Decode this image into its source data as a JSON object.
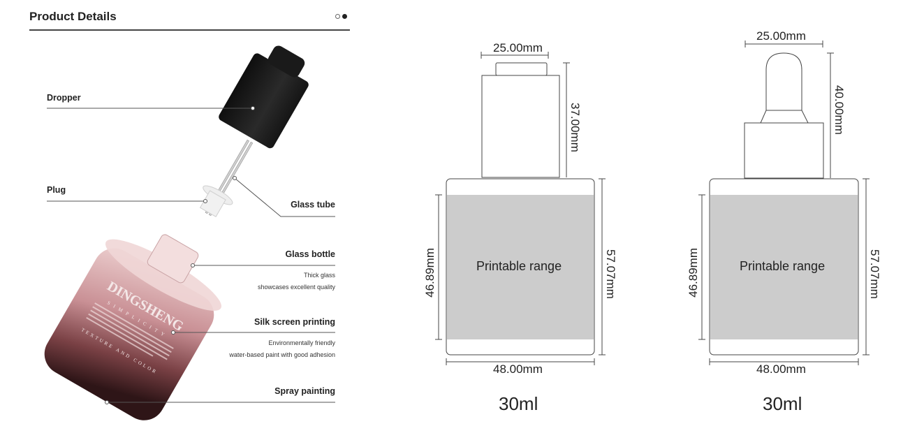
{
  "header": {
    "title": "Product Details",
    "pager": {
      "total": 2,
      "active_index": 1
    }
  },
  "callouts": [
    {
      "id": "dropper",
      "label": "Dropper",
      "side": "left",
      "details": []
    },
    {
      "id": "plug",
      "label": "Plug",
      "side": "left",
      "details": []
    },
    {
      "id": "glass-tube",
      "label": "Glass tube",
      "side": "right",
      "details": []
    },
    {
      "id": "glass-bottle",
      "label": "Glass bottle",
      "side": "right",
      "details": [
        "Thick glass",
        "showcases excellent quality"
      ]
    },
    {
      "id": "silk-screen",
      "label": "Silk screen printing",
      "side": "right",
      "details": [
        "Environmentally friendly",
        "water-based paint with good adhesion"
      ]
    },
    {
      "id": "spray",
      "label": "Spray painting",
      "side": "right",
      "details": []
    }
  ],
  "product_image": {
    "brand_text": "DINGSHENG",
    "subtitle": "SIMPLICITY",
    "footer": "TEXTURE AND COLOR",
    "colors": {
      "cap": "#1c1c1c",
      "bottle_top": "#e9c6c6",
      "bottle_mid": "#c98d90",
      "bottle_bottom": "#3a1c1e"
    }
  },
  "drawings": [
    {
      "id": "press-cap",
      "cap_width": "25.00mm",
      "cap_height": "37.00mm",
      "printable_height": "46.89mm",
      "body_height": "57.07mm",
      "body_width": "48.00mm",
      "printable_label": "Printable range",
      "volume": "30ml"
    },
    {
      "id": "dropper-cap",
      "cap_width": "25.00mm",
      "cap_height": "40.00mm",
      "printable_height": "46.89mm",
      "body_height": "57.07mm",
      "body_width": "48.00mm",
      "printable_label": "Printable range",
      "volume": "30ml"
    }
  ],
  "colors": {
    "printable_fill": "#cccccc",
    "line": "#444444"
  }
}
